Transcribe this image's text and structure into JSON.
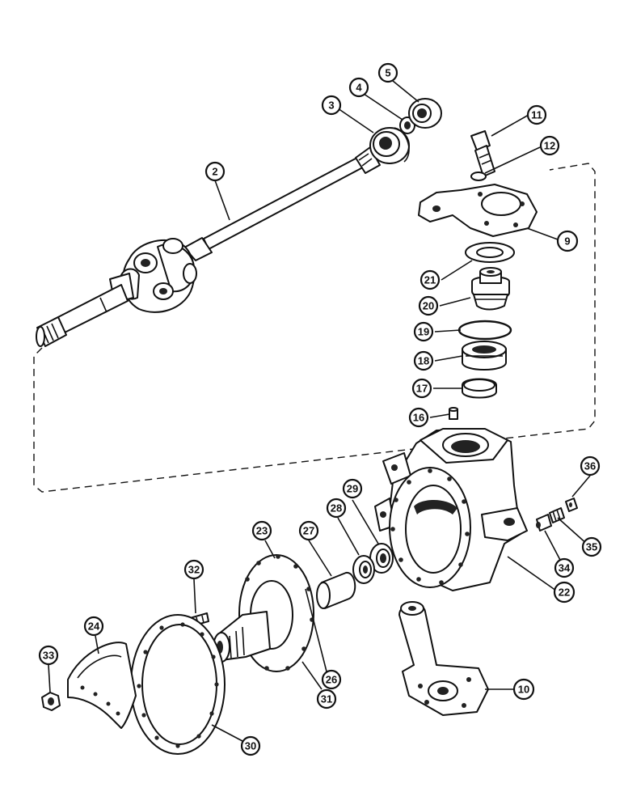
{
  "callouts": [
    {
      "id": "c2",
      "text": "2"
    },
    {
      "id": "c3",
      "text": "3"
    },
    {
      "id": "c4",
      "text": "4"
    },
    {
      "id": "c5",
      "text": "5"
    },
    {
      "id": "c9",
      "text": "9"
    },
    {
      "id": "c10",
      "text": "10"
    },
    {
      "id": "c11",
      "text": "11"
    },
    {
      "id": "c12",
      "text": "12"
    },
    {
      "id": "c16",
      "text": "16"
    },
    {
      "id": "c17",
      "text": "17"
    },
    {
      "id": "c18",
      "text": "18"
    },
    {
      "id": "c19",
      "text": "19"
    },
    {
      "id": "c20",
      "text": "20"
    },
    {
      "id": "c21",
      "text": "21"
    },
    {
      "id": "c22",
      "text": "22"
    },
    {
      "id": "c23",
      "text": "23"
    },
    {
      "id": "c24",
      "text": "24"
    },
    {
      "id": "c26",
      "text": "26"
    },
    {
      "id": "c27",
      "text": "27"
    },
    {
      "id": "c28",
      "text": "28"
    },
    {
      "id": "c29",
      "text": "29"
    },
    {
      "id": "c30",
      "text": "30"
    },
    {
      "id": "c31",
      "text": "31"
    },
    {
      "id": "c32",
      "text": "32"
    },
    {
      "id": "c33",
      "text": "33"
    },
    {
      "id": "c34",
      "text": "34"
    },
    {
      "id": "c35",
      "text": "35"
    },
    {
      "id": "c36",
      "text": "36"
    }
  ]
}
